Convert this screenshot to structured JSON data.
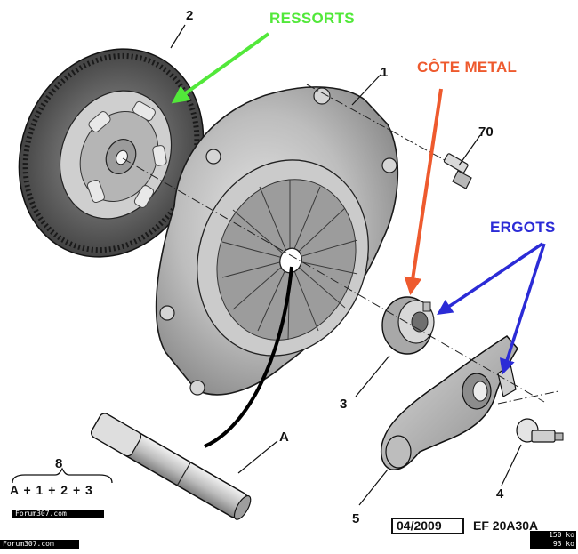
{
  "colors": {
    "ressorts": "#52e83a",
    "cote_metal": "#ee5a2e",
    "ergots": "#2b2bd6",
    "line": "#111111"
  },
  "part_numbers": {
    "disc": "2",
    "pressure_plate": "1",
    "bolt": "70",
    "bearing": "3",
    "fork": "5",
    "pivot": "4",
    "tool": "A"
  },
  "annotations": {
    "ressorts": "RESSORTS",
    "cote_metal": "CÔTE METAL",
    "ergots": "ERGOTS"
  },
  "formula": {
    "total": "8",
    "expression": "A + 1 + 2 + 3"
  },
  "watermarks": {
    "left_top": "Forum307.com",
    "left_bottom": "Forum307.com",
    "size_top": "150 ko",
    "size_bottom": "93 ko"
  },
  "reference": {
    "date": "04/2009",
    "code": "EF 20A30A"
  }
}
